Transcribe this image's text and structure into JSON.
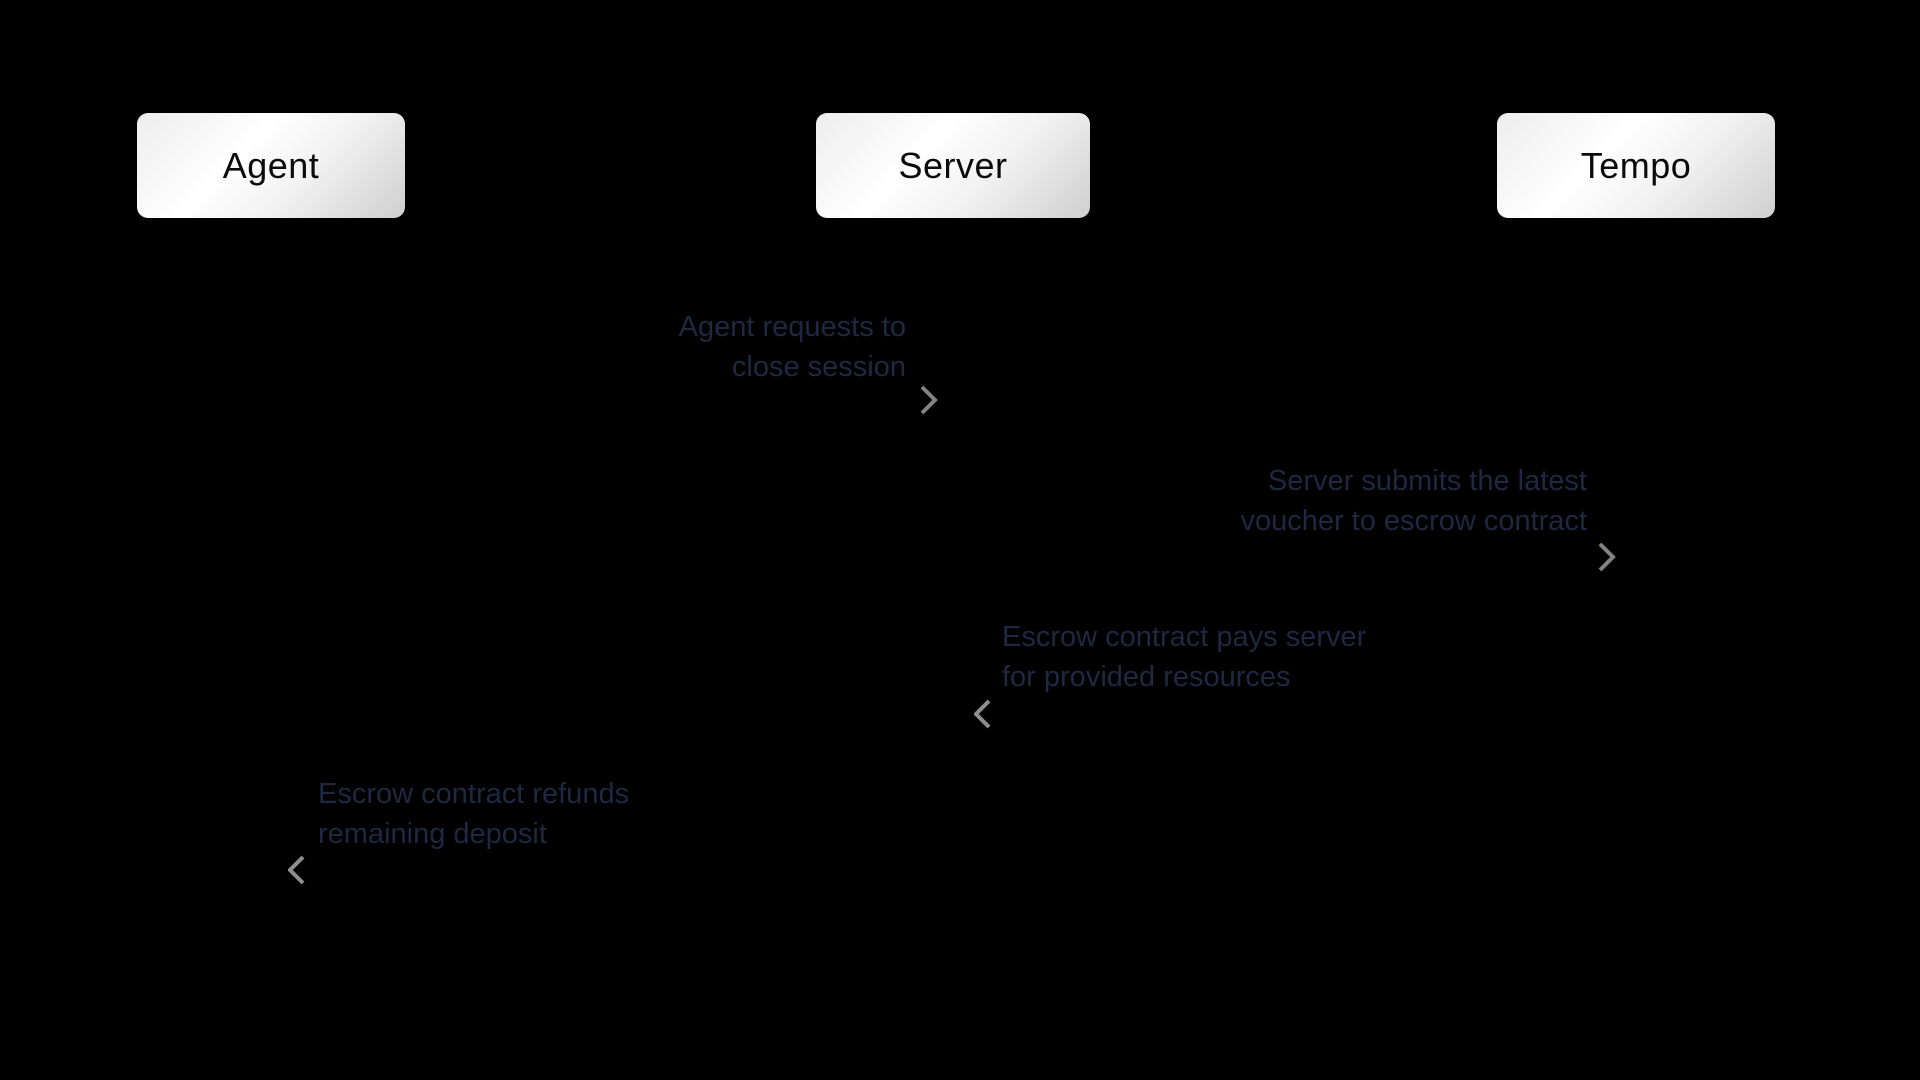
{
  "diagram": {
    "type": "sequence-diagram",
    "background_color": "#000000",
    "actors": [
      {
        "id": "agent",
        "label": "Agent"
      },
      {
        "id": "server",
        "label": "Server"
      },
      {
        "id": "tempo",
        "label": "Tempo"
      }
    ],
    "messages": [
      {
        "from": "Agent",
        "to": "Server",
        "direction": "right",
        "label": "Agent requests to\nclose session"
      },
      {
        "from": "Server",
        "to": "Tempo",
        "direction": "right",
        "label": "Server submits the latest\nvoucher to escrow contract"
      },
      {
        "from": "Tempo",
        "to": "Server",
        "direction": "left",
        "label": "Escrow contract pays server\nfor provided resources"
      },
      {
        "from": "Tempo",
        "to": "Agent",
        "direction": "left",
        "label": "Escrow contract refunds\nremaining deposit"
      }
    ],
    "colors": {
      "message_text": "#1e2841",
      "actor_text": "#0b0b0b",
      "actor_box_light": "#ffffff",
      "actor_box_dark": "#cfcfcf",
      "arrow_tail": "#cacaca",
      "arrow_head": "#7b7b7b",
      "arrowhead_stroke": "#828282"
    }
  }
}
